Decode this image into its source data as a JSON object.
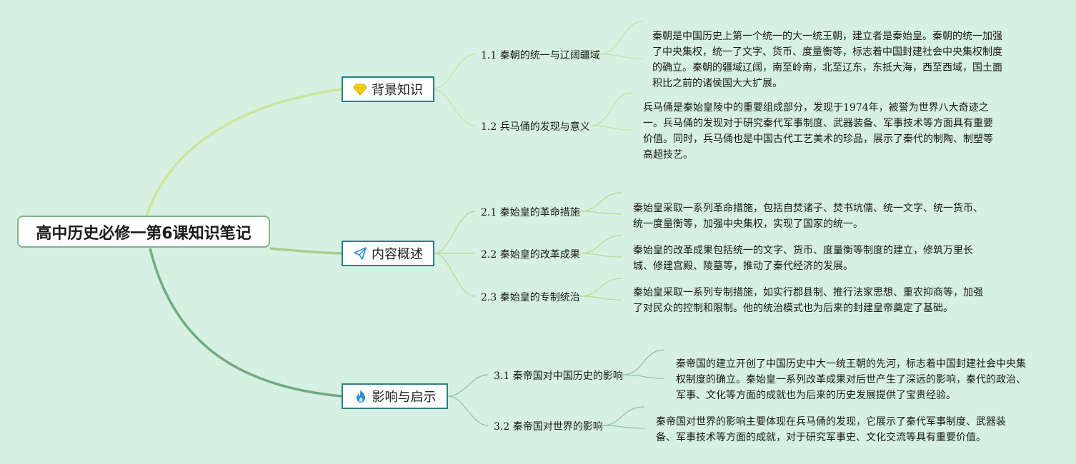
{
  "root": {
    "title": "高中历史必修一第6课知识笔记"
  },
  "branches": [
    {
      "label": "背景知识",
      "icon": "gem-icon",
      "color": "#ffd500",
      "topics": [
        {
          "label": "1.1 秦朝的统一与辽阔疆域",
          "note": "秦朝是中国历史上第一个统一的大一统王朝，建立者是秦始皇。秦朝的统一加强了中央集权，统一了文字、货币、度量衡等，标志着中国封建社会中央集权制度的确立。秦朝的疆域辽阔，南至岭南，北至辽东，东抵大海，西至西域，国土面积比之前的诸侯国大大扩展。"
        },
        {
          "label": "1.2 兵马俑的发现与意义",
          "note": "兵马俑是秦始皇陵中的重要组成部分，发现于1974年，被誉为世界八大奇迹之一。兵马俑的发现对于研究秦代军事制度、武器装备、军事技术等方面具有重要价值。同时，兵马俑也是中国古代工艺美术的珍品，展示了秦代的制陶、制塑等高超技艺。"
        }
      ]
    },
    {
      "label": "内容概述",
      "icon": "paper-plane-icon",
      "color": "#2a8fd8",
      "topics": [
        {
          "label": "2.1 秦始皇的革命措施",
          "note": "秦始皇采取一系列革命措施，包括自焚诸子、焚书坑儒、统一文字、统一货币、统一度量衡等，加强中央集权，实现了国家的统一。"
        },
        {
          "label": "2.2 秦始皇的改革成果",
          "note": "秦始皇的改革成果包括统一的文字、货币、度量衡等制度的建立，修筑万里长城、修建宫殿、陵墓等，推动了秦代经济的发展。"
        },
        {
          "label": "2.3 秦始皇的专制统治",
          "note": "秦始皇采取一系列专制措施，如实行郡县制、推行法家思想、重农抑商等，加强了对民众的控制和限制。他的统治模式也为后来的封建皇帝奠定了基础。"
        }
      ]
    },
    {
      "label": "影响与启示",
      "icon": "flame-icon",
      "color": "#2a8fd8",
      "topics": [
        {
          "label": "3.1 秦帝国对中国历史的影响",
          "note": "秦帝国的建立开创了中国历史中大一统王朝的先河，标志着中国封建社会中央集权制度的确立。秦始皇一系列改革成果对后世产生了深远的影响，秦代的政治、军事、文化等方面的成就也为后来的历史发展提供了宝贵经验。"
        },
        {
          "label": "3.2 秦帝国对世界的影响",
          "note": "秦帝国对世界的影响主要体现在兵马俑的发现，它展示了秦代军事制度、武器装备、军事技术等方面的成就，对于研究军事史、文化交流等具有重要价值。"
        }
      ]
    }
  ]
}
